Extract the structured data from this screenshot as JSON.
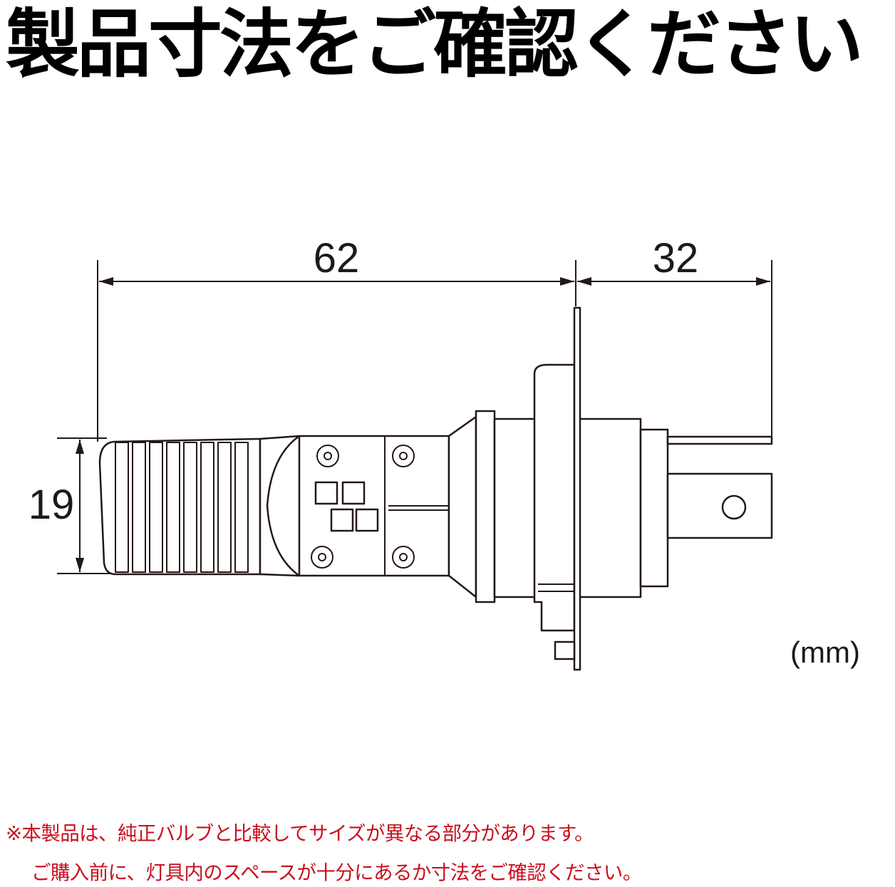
{
  "title": "製品寸法をご確認ください",
  "dimensions": {
    "length": "62",
    "base_length": "32",
    "diameter": "19",
    "unit": "(mm)"
  },
  "notes": {
    "line1": "※本製品は、純正バルブと比較してサイズが異なる部分があります。",
    "line2": "ご購入前に、灯具内のスペースが十分にあるか寸法をご確認ください。"
  },
  "colors": {
    "line": "#231815",
    "note": "#c8111e"
  }
}
